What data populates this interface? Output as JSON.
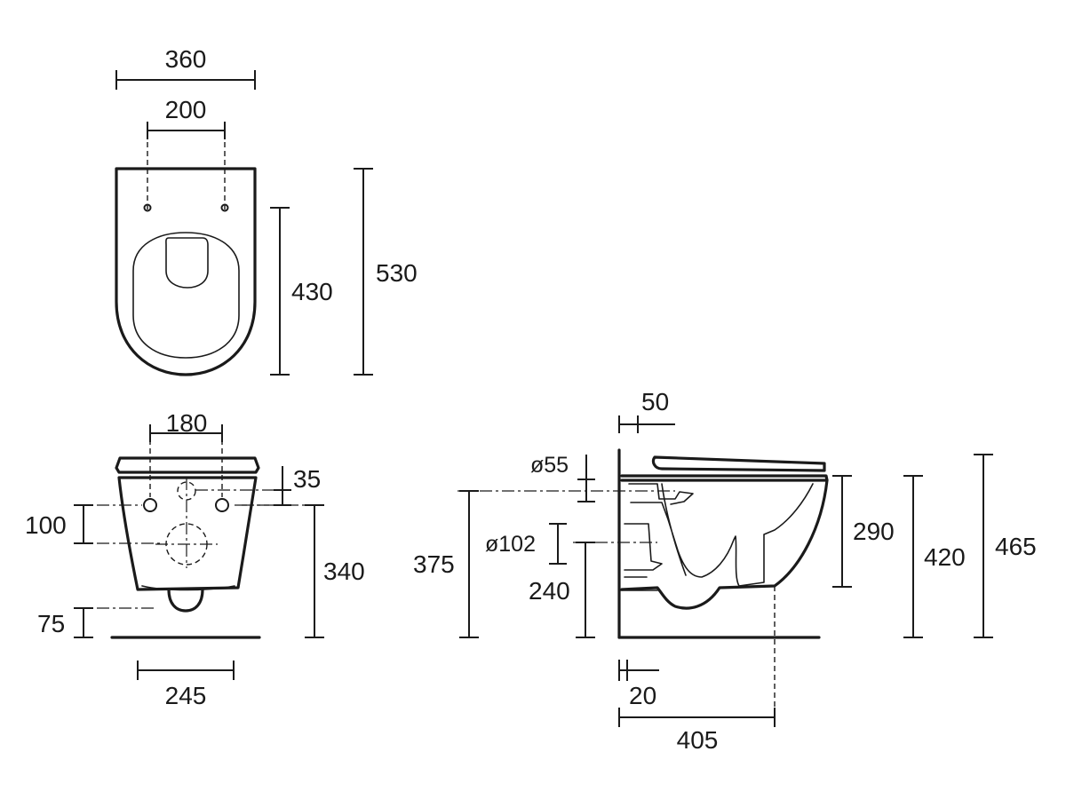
{
  "top_view": {
    "overall_width": "360",
    "fixing_spacing": "200",
    "bowl_length": "430",
    "overall_length": "530"
  },
  "front_view": {
    "fixing_spacing": "180",
    "seat_to_fixing": "35",
    "fixing_to_outlet": "100",
    "pan_height": "340",
    "floor_clearance": "75",
    "base_width": "245"
  },
  "side_view": {
    "wall_offset": "50",
    "inlet_diameter": "ø55",
    "outlet_diameter": "ø102",
    "inlet_height": "375",
    "outlet_height": "240",
    "rim_depth": "290",
    "rim_height": "420",
    "seat_height": "465",
    "base_offset": "20",
    "projection": "405"
  }
}
